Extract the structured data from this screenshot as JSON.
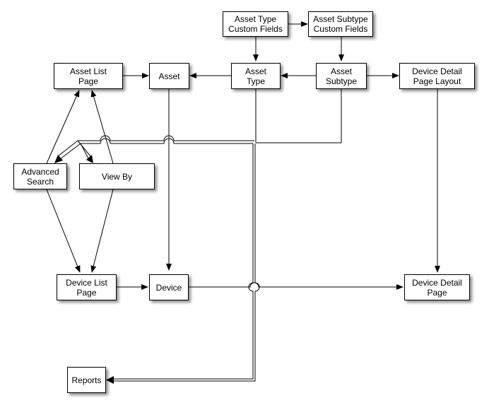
{
  "nodes": {
    "asset_type_custom_fields": "Asset Type\nCustom Fields",
    "asset_subtype_custom_fields": "Asset Subtype\nCustom Fields",
    "asset_list_page": "Asset List\nPage",
    "asset": "Asset",
    "asset_type": "Asset\nType",
    "asset_subtype": "Asset\nSubtype",
    "device_detail_page_layout": "Device Detail\nPage Layout",
    "advanced_search": "Advanced\nSearch",
    "view_by": "View By",
    "device_list_page": "Device List\nPage",
    "device": "Device",
    "device_detail_page": "Device Detail\nPage",
    "reports": "Reports"
  },
  "colors": {
    "line": "#000000",
    "box_border": "#000000",
    "box_fill": "#ffffff"
  }
}
